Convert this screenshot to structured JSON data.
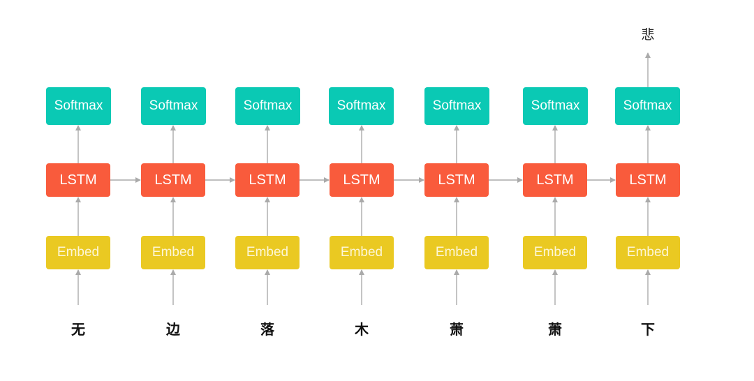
{
  "labels": {
    "softmax": "Softmax",
    "lstm": "LSTM",
    "embed": "Embed"
  },
  "input_characters": [
    "无",
    "边",
    "落",
    "木",
    "萧",
    "萧",
    "下"
  ],
  "output_character": "悲",
  "colors": {
    "softmax": "#0ac9b4",
    "lstm": "#f95b3c",
    "embed": "#eac922",
    "arrow": "#aaaaaa"
  }
}
